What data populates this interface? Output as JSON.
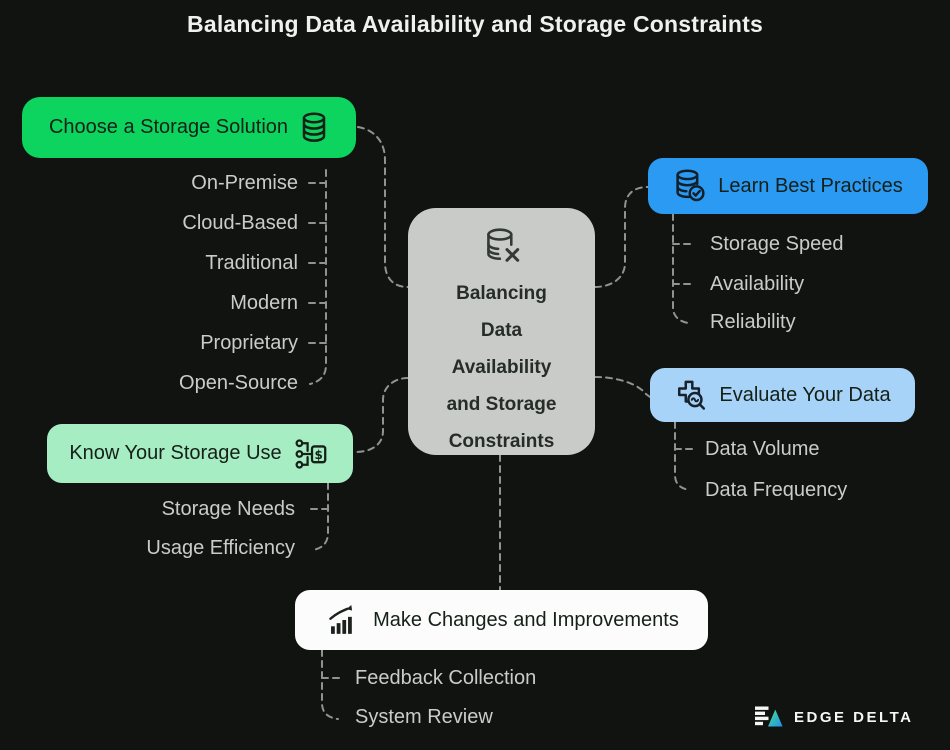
{
  "title": "Balancing Data Availability and Storage Constraints",
  "center": {
    "icon": "database-x-icon",
    "lines": [
      "Balancing",
      "Data",
      "Availability",
      "and Storage",
      "Constraints"
    ]
  },
  "groups": {
    "choose_storage": {
      "label": "Choose a Storage Solution",
      "icon": "database-icon",
      "accent": "#0cd45f",
      "items": [
        "On-Premise",
        "Cloud-Based",
        "Traditional",
        "Modern",
        "Proprietary",
        "Open-Source"
      ]
    },
    "learn_practices": {
      "label": "Learn Best Practices",
      "icon": "database-check-icon",
      "accent": "#2b9af3",
      "items": [
        "Storage Speed",
        "Availability",
        "Reliability"
      ]
    },
    "evaluate_data": {
      "label": "Evaluate Your Data",
      "icon": "magnifier-plus-icon",
      "accent": "#a7d3f8",
      "items": [
        "Data Volume",
        "Data Frequency"
      ]
    },
    "know_usage": {
      "label": "Know Your Storage Use",
      "icon": "cost-flow-icon",
      "accent": "#a6edc4",
      "items": [
        "Storage Needs",
        "Usage Efficiency"
      ]
    },
    "make_changes": {
      "label": "Make Changes and Improvements",
      "icon": "growth-chart-icon",
      "accent": "#fbfcfb",
      "items": [
        "Feedback Collection",
        "System Review"
      ]
    }
  },
  "icons": {
    "dollar_glyph": "$"
  },
  "footer": {
    "brand": "EDGE DELTA"
  },
  "colors": {
    "background": "#101310",
    "center_node": "#c9cbc8",
    "item_text": "#c9cdc9",
    "connector": "#8f948f"
  }
}
